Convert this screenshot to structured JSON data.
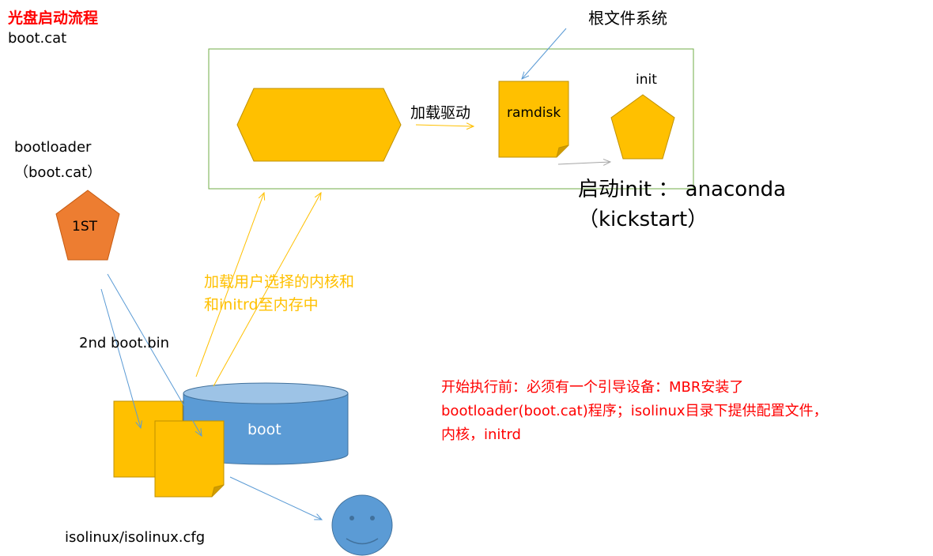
{
  "title": "光盘启动流程",
  "subtitle": "boot.cat",
  "labels": {
    "root_fs": "根文件系统",
    "init": "init",
    "load_driver": "加载驱动",
    "ramdisk": "ramdisk",
    "start_init_line1": "启动init ： anaconda",
    "start_init_line2": "（kickstart）",
    "bootloader_line1": "bootloader",
    "bootloader_line2": "（boot.cat）",
    "first_stage": "1ST",
    "load_kernel_line1": "加载用户选择的内核和",
    "load_kernel_line2": "和initrd至内存中",
    "second_stage": "2nd  boot.bin",
    "boot": "boot",
    "isolinux_cfg": "isolinux/isolinux.cfg"
  },
  "note": {
    "line1": "开始执行前：必须有一个引导设备：MBR安装了",
    "line2": "bootloader(boot.cat)程序；isolinux目录下提供配置文件，",
    "line3": "内核，initrd"
  },
  "colors": {
    "yellow": "#ffc000",
    "yellow_stroke": "#bf9000",
    "orange": "#ed7d31",
    "blue": "#5b9bd5",
    "blue_top": "#9dc3e6",
    "green_frame": "#70ad47",
    "arrow_blue": "#5b9bd5",
    "arrow_yellow": "#ffc000",
    "red_text": "#ff0000"
  }
}
